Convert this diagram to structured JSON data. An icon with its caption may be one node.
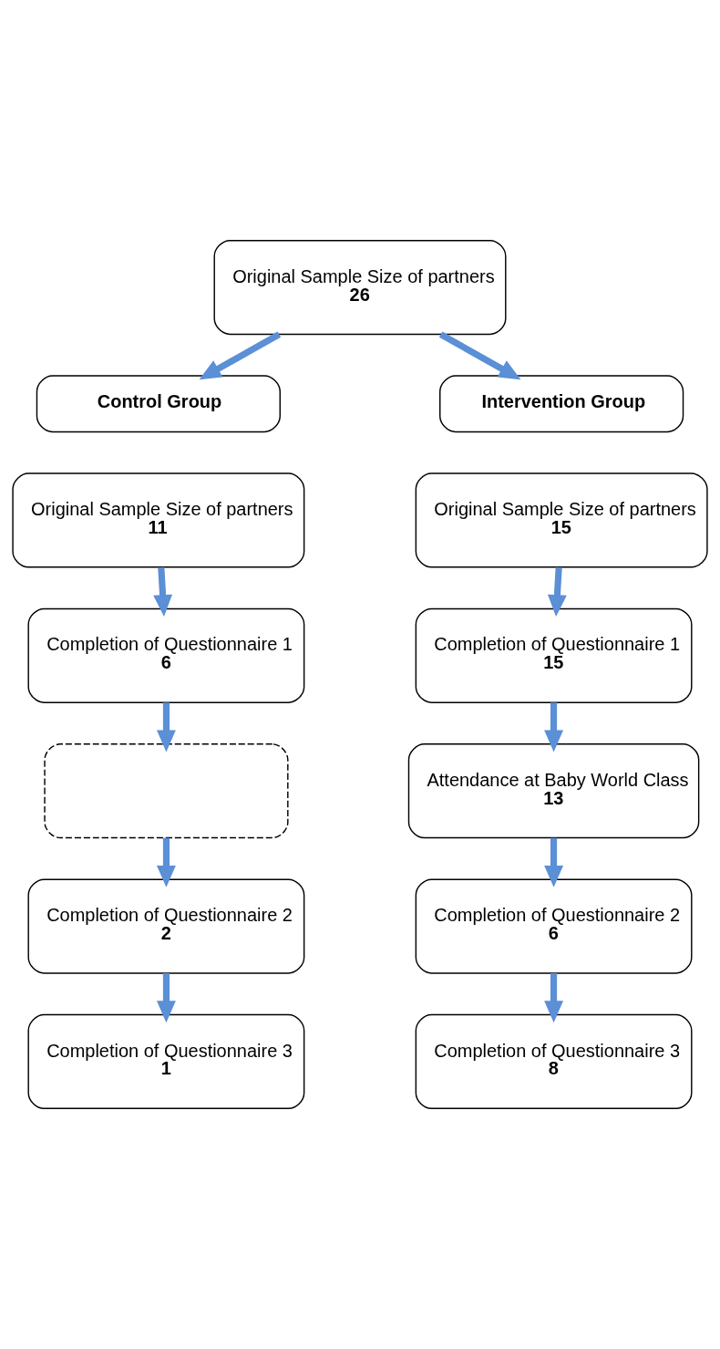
{
  "diagram": {
    "nodes": [
      {
        "text": [
          "Original Sample Size of partners",
          "26"
        ]
      },
      {
        "text": [
          "Control Group"
        ]
      },
      {
        "text": [
          "Intervention Group"
        ]
      },
      {
        "text": [
          "Original Sample Size of partners",
          "11"
        ]
      },
      {
        "text": [
          "Original Sample Size of partners",
          "15"
        ]
      },
      {
        "text": [
          "Completion of Questionnaire 1",
          "6"
        ]
      },
      {
        "text": [
          "Completion of Questionnaire 1",
          "15"
        ]
      },
      {
        "text": [],
        "shape": "box"
      },
      {
        "text": [
          "Attendance at Baby World Class",
          "13"
        ]
      },
      {
        "text": [
          "Completion of Questionnaire 2",
          "2"
        ]
      },
      {
        "text": [
          "Completion of Questionnaire 2",
          "6"
        ]
      },
      {
        "text": [
          "Completion of Questionnaire 3",
          "1"
        ]
      },
      {
        "text": [
          "Completion of Questionnaire 3",
          "8"
        ]
      }
    ],
    "edges": [
      {
        "from": 0,
        "to": 1,
        "arrow": "to"
      },
      {
        "from": 0,
        "to": 2,
        "arrow": "to"
      },
      {
        "from": 3,
        "to": 5,
        "arrow": "to"
      },
      {
        "from": 4,
        "to": 6,
        "arrow": "to"
      },
      {
        "from": 5,
        "to": 7,
        "arrow": "to"
      },
      {
        "from": 6,
        "to": 8,
        "arrow": "to"
      },
      {
        "from": 7,
        "to": 9,
        "arrow": "to"
      },
      {
        "from": 8,
        "to": 10,
        "arrow": "to"
      },
      {
        "from": 9,
        "to": 11,
        "arrow": "to"
      },
      {
        "from": 10,
        "to": 12,
        "arrow": "to"
      }
    ]
  }
}
